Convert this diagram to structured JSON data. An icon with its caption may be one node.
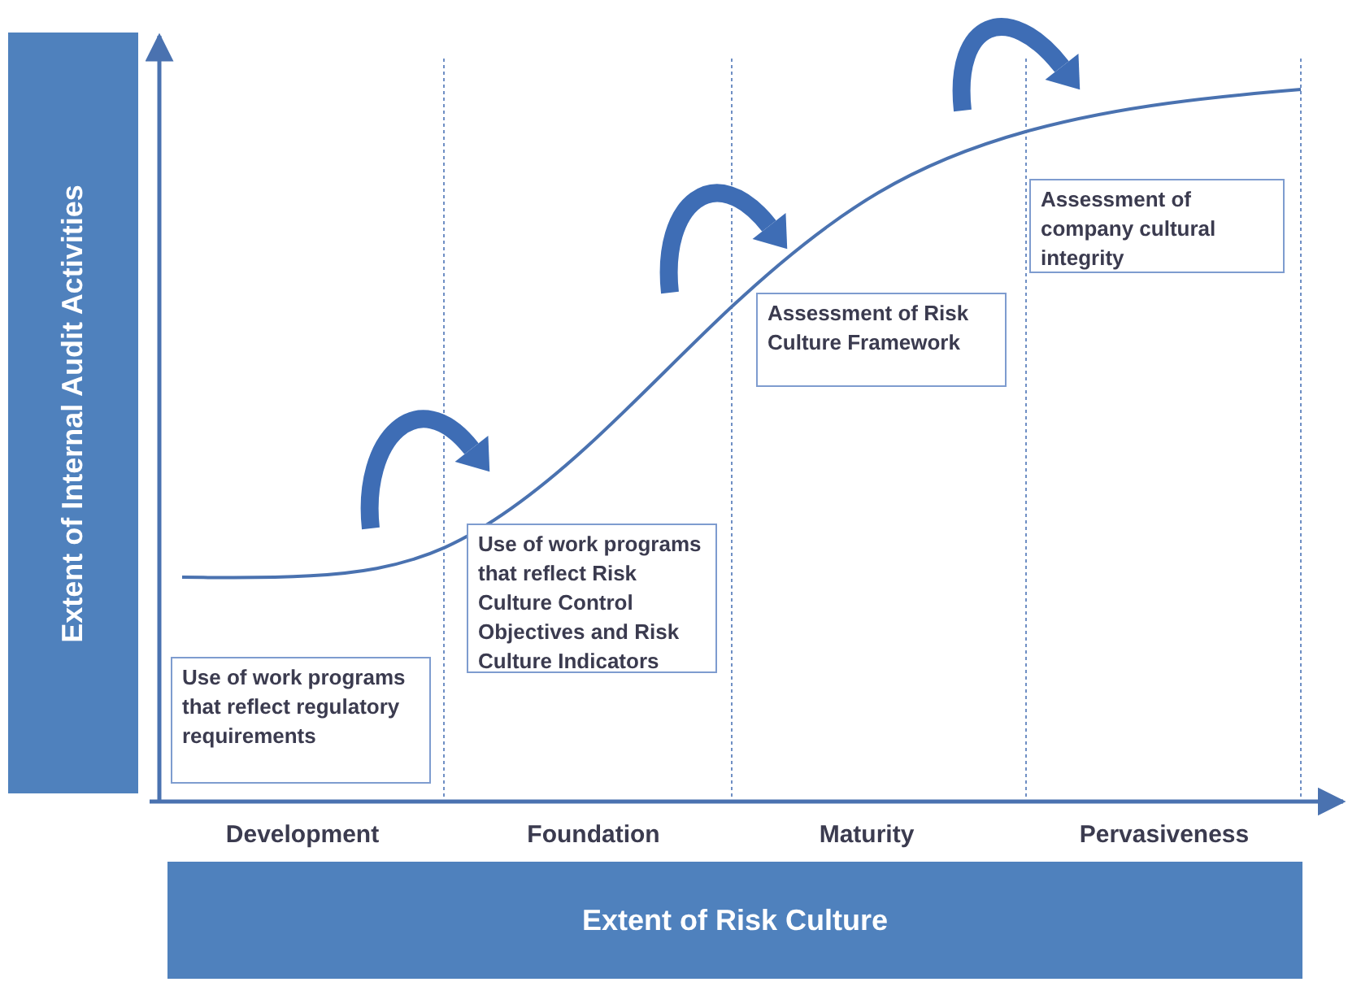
{
  "diagram": {
    "nodes": [
      {
        "text": [
          "Extent of Internal Audit Activities"
        ]
      },
      {
        "text": [
          "Extent of Risk Culture"
        ]
      },
      {
        "text": [
          "Use of work programs that reflect regulatory requirements"
        ]
      },
      {
        "text": [
          "Use of work programs that reflect Risk  Culture Control Objectives and Risk Culture Indicators"
        ]
      },
      {
        "text": [
          "Assessment of Risk Culture Framework"
        ]
      },
      {
        "text": [
          "Assessment of company cultural integrity"
        ]
      }
    ],
    "labels": [
      "Development",
      "Foundation",
      "Maturity",
      "Pervasiveness"
    ]
  }
}
